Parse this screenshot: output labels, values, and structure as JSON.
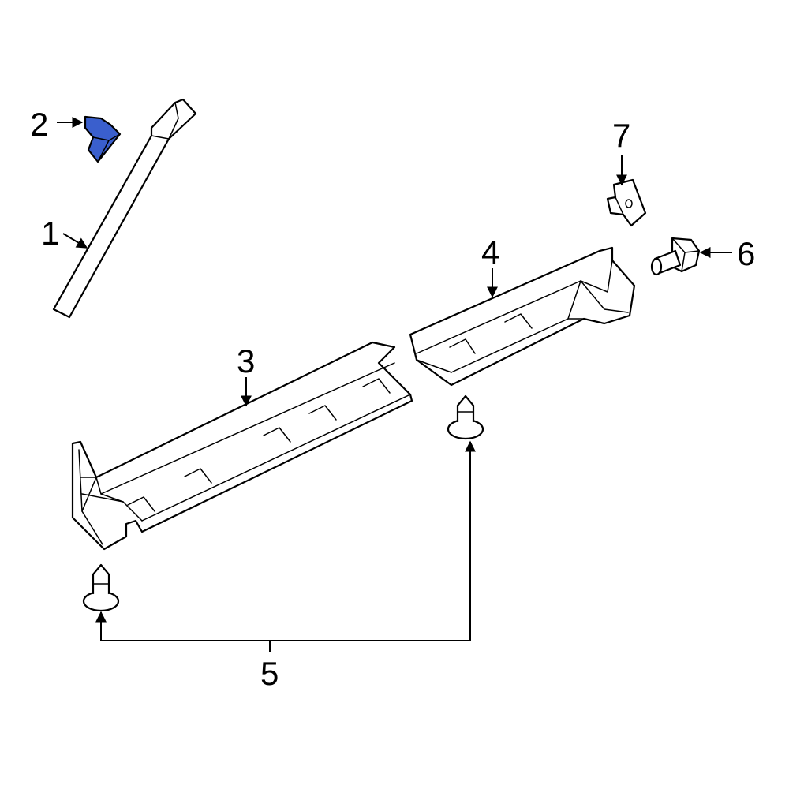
{
  "callouts": {
    "c1": "1",
    "c2": "2",
    "c3": "3",
    "c4": "4",
    "c5": "5",
    "c6": "6",
    "c7": "7"
  },
  "colors": {
    "highlight": "#3a5fcd",
    "line": "#000000",
    "background": "#ffffff"
  }
}
